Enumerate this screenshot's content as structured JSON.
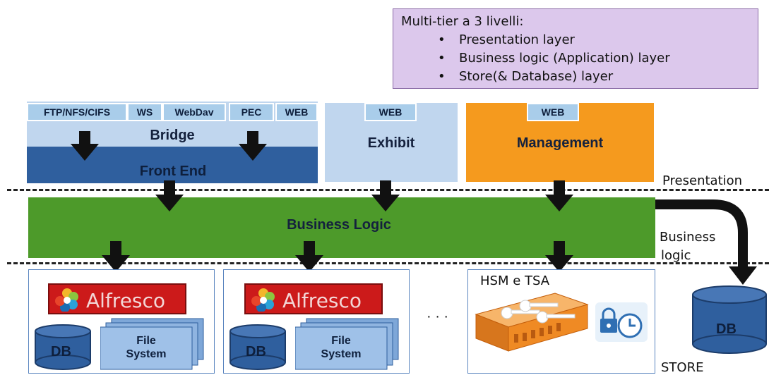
{
  "legend": {
    "title": "Multi-tier a 3 livelli:",
    "items": [
      "Presentation layer",
      "Business logic (Application) layer",
      "Store(& Database) layer"
    ]
  },
  "front_end_group": {
    "protocols": [
      "FTP/NFS/CIFS",
      "WS",
      "WebDav",
      "PEC",
      "WEB"
    ],
    "bridge_label": "Bridge",
    "front_end_label": "Front End"
  },
  "exhibit": {
    "protocol": "WEB",
    "label": "Exhibit"
  },
  "management": {
    "protocol": "WEB",
    "label": "Management"
  },
  "business_logic": {
    "label": "Business Logic"
  },
  "layers": {
    "presentation": "Presentation",
    "business": "Business",
    "business2": "logic",
    "store": "STORE"
  },
  "stores": [
    {
      "brand": "Alfresco",
      "db": "DB",
      "fs_line1": "File",
      "fs_line2": "System"
    },
    {
      "brand": "Alfresco",
      "db": "DB",
      "fs_line1": "File",
      "fs_line2": "System"
    }
  ],
  "ellipsis": "· · ·",
  "hsm": {
    "label": "HSM e TSA"
  },
  "external_db": {
    "label": "DB"
  },
  "colors": {
    "legend_bg": "#dcc8ec",
    "bridge": "#c0d6ee",
    "front_end": "#2f5f9e",
    "management": "#f59a1e",
    "business_logic": "#4d9a2a",
    "alfresco": "#cc1a1a",
    "db": "#2f5f9e"
  }
}
